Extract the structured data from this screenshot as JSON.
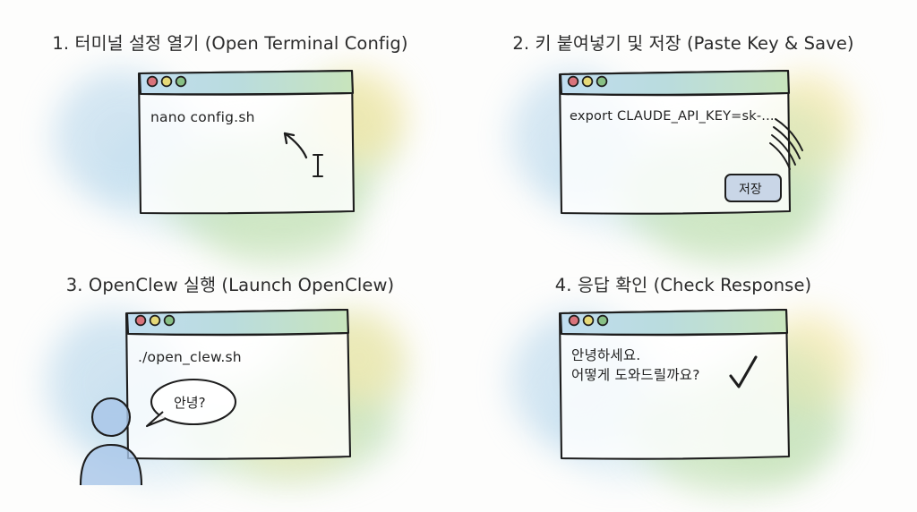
{
  "page": {
    "background_color": "#fdfdfc",
    "ink_color": "#1d1d1d"
  },
  "palette": {
    "dot_red": "#d9737b",
    "dot_yellow": "#e6d978",
    "dot_green": "#88c085",
    "wash_blue": "#a9cfe8",
    "wash_green": "#b8dcae",
    "wash_yellow": "#f2e49a",
    "avatar_blue": "#a8c6e8",
    "save_button_fill": "#c6d4e6"
  },
  "panels": [
    {
      "id": "panel-1",
      "title": "1. 터미널 설정 열기 (Open Terminal Config)",
      "window": {
        "dots": [
          "close-dot",
          "minimize-dot",
          "maximize-dot"
        ],
        "lines": [
          "nano config.sh"
        ]
      },
      "annotations": {
        "arrow": "curved-arrow-icon",
        "cursor": "text-ibeam-cursor-icon"
      }
    },
    {
      "id": "panel-2",
      "title": "2. 키 붙여넣기 및 저장 (Paste Key & Save)",
      "window": {
        "dots": [
          "close-dot",
          "minimize-dot",
          "maximize-dot"
        ],
        "lines": [
          "export CLAUDE_API_KEY=sk-..."
        ]
      },
      "save_button": {
        "label": "저장"
      },
      "annotations": {
        "motion_lines": "motion-lines-icon"
      }
    },
    {
      "id": "panel-3",
      "title": "3. OpenClew 실행 (Launch OpenClew)",
      "window": {
        "dots": [
          "close-dot",
          "minimize-dot",
          "maximize-dot"
        ],
        "lines": [
          "./open_clew.sh"
        ]
      },
      "avatar": {
        "name": "user-avatar"
      },
      "speech_bubble": {
        "text": "안녕?"
      }
    },
    {
      "id": "panel-4",
      "title": "4. 응답 확인 (Check Response)",
      "window": {
        "dots": [
          "close-dot",
          "minimize-dot",
          "maximize-dot"
        ],
        "lines": [
          "안녕하세요.",
          "어떻게 도와드릴까요?"
        ]
      },
      "annotations": {
        "check": "checkmark-icon"
      }
    }
  ]
}
